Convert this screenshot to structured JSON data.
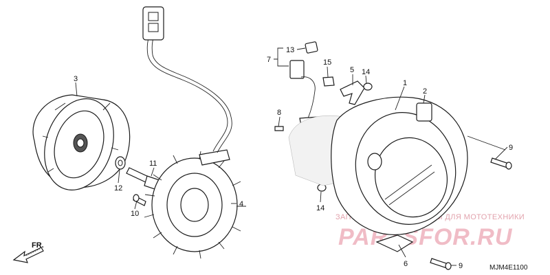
{
  "callouts": [
    "1",
    "2",
    "3",
    "4",
    "5",
    "6",
    "7",
    "8",
    "9",
    "9",
    "10",
    "11",
    "12",
    "13",
    "14",
    "14",
    "15"
  ],
  "direction": {
    "label": "FR."
  },
  "diagram_code": "MJM4E1100",
  "watermark": {
    "line1": "ЗАПЧАСТИ И АКСЕССУАРЫ ДЛЯ МОТОТЕХНИКИ",
    "line2": "PARTSFOR.RU"
  },
  "colors": {
    "ink": "#1a1a1a",
    "watermark": "#e7a3b0"
  }
}
